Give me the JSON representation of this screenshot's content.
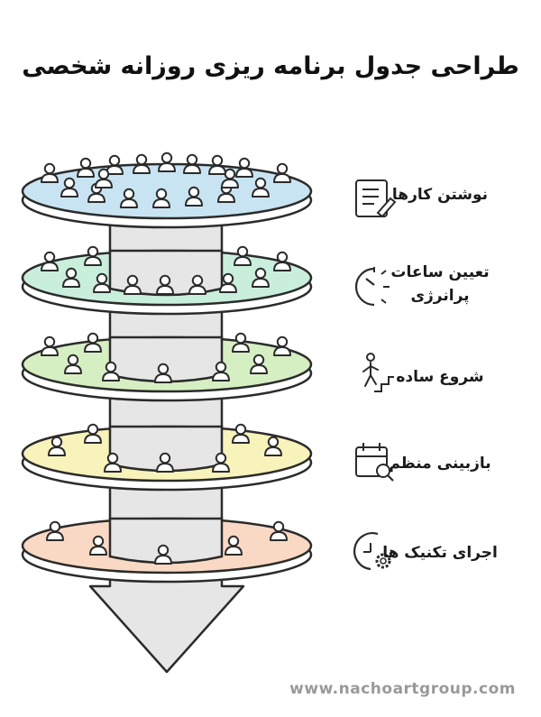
{
  "title": "طراحی جدول برنامه ریزی روزانه شخصی",
  "colors": {
    "layer1": "#c8e4f2",
    "layer2": "#c9efdc",
    "layer3": "#d6efc2",
    "layer4": "#f8f2bb",
    "layer5": "#f9d9c4",
    "column": "#e6e6e6",
    "outline": "#2b2b2b"
  },
  "steps": [
    {
      "label": "نوشتن کارها",
      "icon": "checklist-pen-icon"
    },
    {
      "label": "تعیین ساعات پرانرژی",
      "icon": "stopwatch-icon"
    },
    {
      "label": "شروع ساده",
      "icon": "person-climbing-stairs-icon"
    },
    {
      "label": "بازبینی منظم",
      "icon": "calendar-search-icon"
    },
    {
      "label": "اجرای تکنیک ها",
      "icon": "clock-gear-icon"
    }
  ],
  "footer": {
    "url": "www.nachoartgroup.com"
  }
}
